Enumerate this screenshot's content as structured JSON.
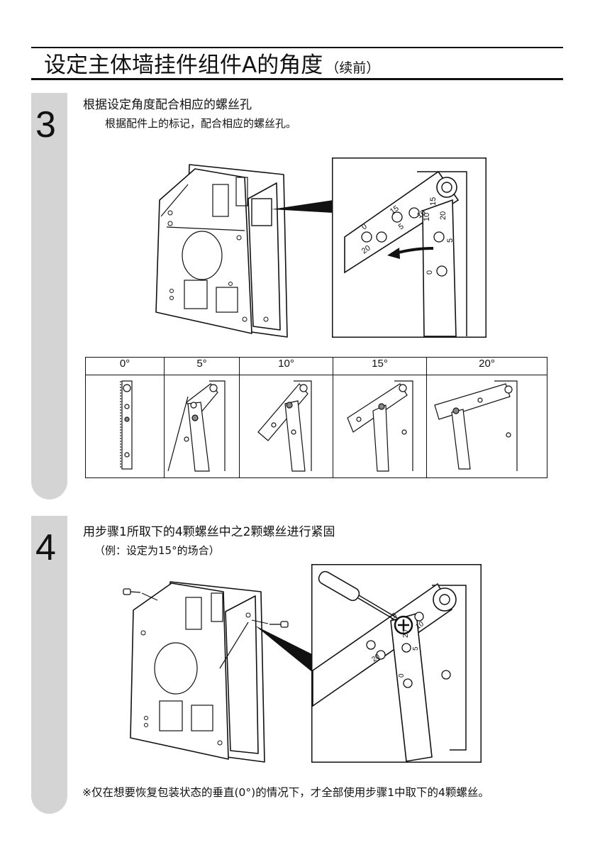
{
  "page": {
    "title": "设定主体墙挂件组件A的角度",
    "title_suffix": "（续前）"
  },
  "step3": {
    "number": "3",
    "heading": "根据设定角度配合相应的螺丝孔",
    "description": "根据配件上的标记，配合相应的螺丝孔。",
    "detail_marks": [
      "0",
      "15",
      "5",
      "10",
      "20",
      "15",
      "10",
      "20",
      "5",
      "0"
    ]
  },
  "angle_table": {
    "headers": [
      "0°",
      "5°",
      "10°",
      "15°",
      "20°"
    ]
  },
  "step4": {
    "number": "4",
    "heading": "用步骤1所取下的4颗螺丝中之2颗螺丝进行紧固",
    "example": "（例：设定为15°的场合）",
    "detail_marks": [
      "15",
      "20",
      "10",
      "5",
      "0",
      "20"
    ]
  },
  "footnote": "※仅在想要恢复包装状态的垂直(0°)的情况下，才全部使用步骤1中取下的4颗螺丝。"
}
